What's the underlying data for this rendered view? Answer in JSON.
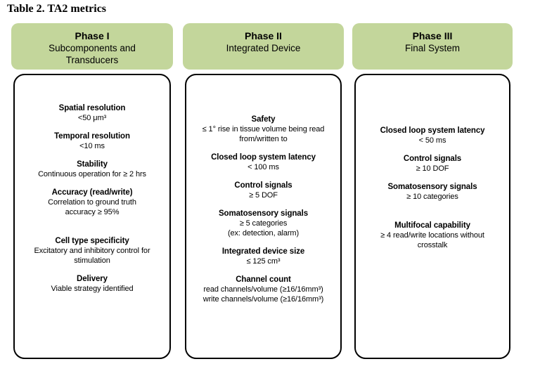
{
  "title": "Table 2. TA2 metrics",
  "colors": {
    "header_green": "#c3d69b",
    "box_border": "#000000",
    "text": "#000000",
    "background": "#ffffff"
  },
  "columns": [
    {
      "phase": "Phase I",
      "subtitle_lines": [
        "Subcomponents and",
        "Transducers"
      ],
      "metrics": [
        {
          "label": "Spatial resolution",
          "lines": [
            "<50 μm³"
          ]
        },
        {
          "label": "Temporal resolution",
          "lines": [
            "<10 ms"
          ]
        },
        {
          "label": "Stability",
          "lines": [
            "Continuous operation for ≥ 2 hrs"
          ]
        },
        {
          "label": "Accuracy (read/write)",
          "lines": [
            "Correlation to ground truth",
            "accuracy ≥ 95%"
          ]
        },
        {
          "label": "Cell type specificity",
          "lines": [
            "Excitatory and inhibitory control for",
            "stimulation"
          ],
          "gap_before": true
        },
        {
          "label": "Delivery",
          "lines": [
            "Viable strategy identified"
          ]
        }
      ]
    },
    {
      "phase": "Phase II",
      "subtitle_lines": [
        "Integrated Device"
      ],
      "metrics": [
        {
          "label": "Safety",
          "lines": [
            "≤ 1° rise in tissue volume being read",
            "from/written to"
          ]
        },
        {
          "label": "Closed loop system latency",
          "lines": [
            "< 100 ms"
          ]
        },
        {
          "label": "Control signals",
          "lines": [
            "≥ 5 DOF"
          ]
        },
        {
          "label": "Somatosensory signals",
          "lines": [
            "≥ 5 categories",
            "(ex: detection, alarm)"
          ]
        },
        {
          "label": "Integrated device size",
          "lines": [
            "≤ 125 cm³"
          ]
        },
        {
          "label": "Channel count",
          "lines": [
            "read channels/volume (≥16/16mm³)",
            "write channels/volume (≥16/16mm³)"
          ]
        }
      ]
    },
    {
      "phase": "Phase III",
      "subtitle_lines": [
        "Final System"
      ],
      "metrics": [
        {
          "label": "Closed loop system latency",
          "lines": [
            "< 50 ms"
          ]
        },
        {
          "label": "Control signals",
          "lines": [
            "≥ 10 DOF"
          ]
        },
        {
          "label": "Somatosensory signals",
          "lines": [
            "≥ 10 categories"
          ]
        },
        {
          "label": "Multifocal capability",
          "lines": [
            "≥ 4 read/write locations without",
            "crosstalk"
          ],
          "gap_before": true
        }
      ]
    }
  ]
}
